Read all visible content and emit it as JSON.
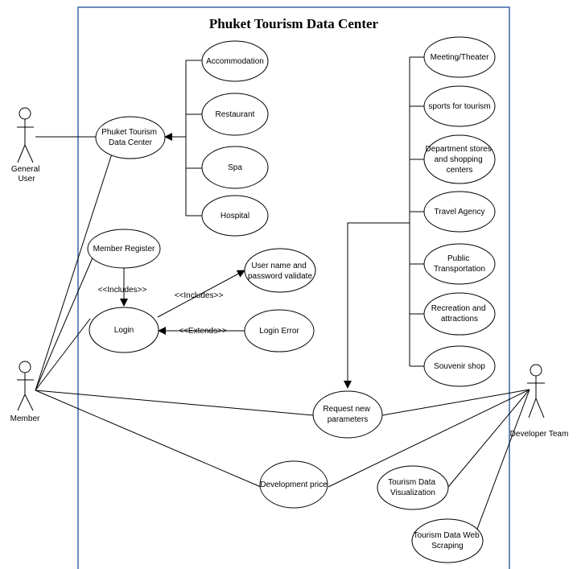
{
  "title": "Phuket Tourism Data Center",
  "actors": {
    "general_user": [
      "General",
      "User"
    ],
    "member": [
      "Member"
    ],
    "developer_team": [
      "Developer Team"
    ]
  },
  "use_cases": {
    "phuket_center": [
      "Phuket Tourism",
      "Data Center"
    ],
    "accommodation": [
      "Accommodation"
    ],
    "restaurant": [
      "Restaurant"
    ],
    "spa": [
      "Spa"
    ],
    "hospital": [
      "Hospital"
    ],
    "member_register": [
      "Member Register"
    ],
    "login": [
      "Login"
    ],
    "username_validate": [
      "User name and",
      "password validate"
    ],
    "login_error": [
      "Login Error"
    ],
    "meeting_theater": [
      "Meeting/Theater"
    ],
    "sports": [
      "sports for tourism"
    ],
    "department_stores": [
      "Department stores",
      "and shopping",
      "centers"
    ],
    "travel_agency": [
      "Travel Agency"
    ],
    "public_transport": [
      "Public",
      "Transportation"
    ],
    "recreation": [
      "Recreation and",
      "attractions"
    ],
    "souvenir": [
      "Souvenir shop"
    ],
    "request_params": [
      "Request new",
      "parameters"
    ],
    "development_price": [
      "Development price"
    ],
    "visualization": [
      "Tourism Data",
      "Visualization"
    ],
    "web_scraping": [
      "Tourism Data Web",
      "Scraping"
    ]
  },
  "relations": {
    "includes_1": "<<Includes>>",
    "includes_2": "<<Includes>>",
    "extends": "<<Extends>>"
  }
}
